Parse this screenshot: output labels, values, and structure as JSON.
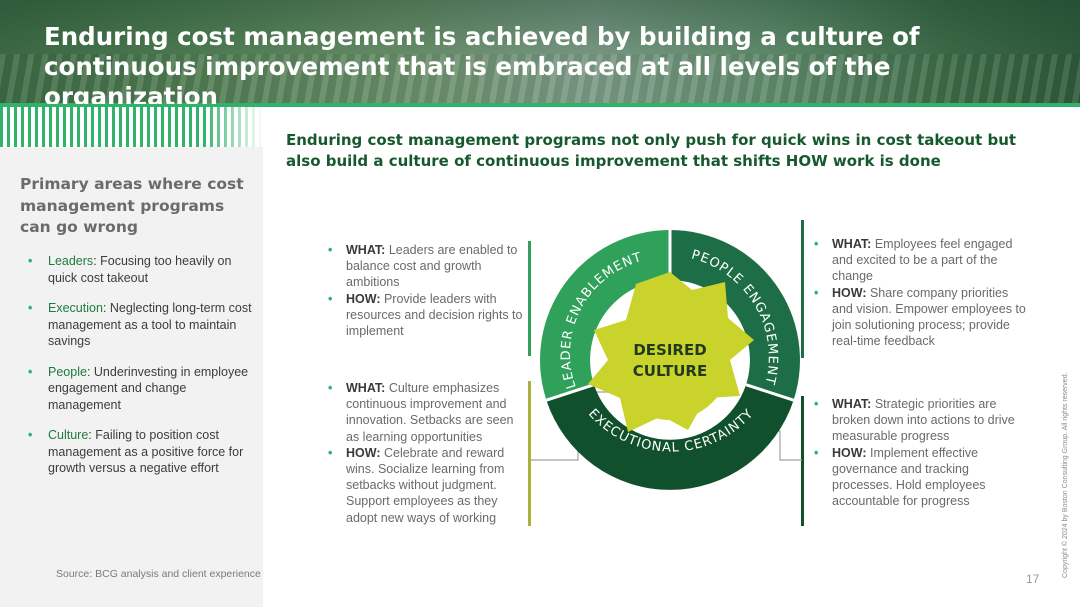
{
  "header": {
    "title": "Enduring cost management is achieved by building a culture of continuous improvement that is embraced at all levels of the organization"
  },
  "subtitle": "Enduring cost management programs not only push for quick wins in cost takeout but also build a culture of continuous improvement that shifts HOW work is done",
  "left_panel": {
    "title": "Primary areas where cost management programs can go wrong",
    "items": [
      {
        "lead": "Leaders",
        "text": ": Focusing too heavily on quick cost takeout"
      },
      {
        "lead": "Execution",
        "text": ": Neglecting long-term cost management as a tool to maintain savings"
      },
      {
        "lead": "People",
        "text": ": Underinvesting in employee engagement and change management"
      },
      {
        "lead": "Culture",
        "text": ": Failing to position cost management as a positive force for growth versus a negative effort"
      }
    ]
  },
  "blocks": {
    "leader": [
      {
        "key": "WHAT:",
        "text": " Leaders are enabled to balance cost and growth ambitions"
      },
      {
        "key": "HOW:",
        "text": " Provide leaders with resources and decision rights to implement"
      }
    ],
    "culture": [
      {
        "key": "WHAT:",
        "text": " Culture emphasizes continuous improvement and innovation. Setbacks are seen as learning opportunities"
      },
      {
        "key": "HOW:",
        "text": " Celebrate and reward wins. Socialize learning from setbacks without judgment. Support employees as they adopt new ways of working"
      }
    ],
    "people": [
      {
        "key": "WHAT:",
        "text": " Employees feel engaged and excited to be a part of the change"
      },
      {
        "key": "HOW:",
        "text": " Share company priorities and vision. Empower employees to join solutioning process; provide real-time feedback"
      }
    ],
    "execution": [
      {
        "key": "WHAT:",
        "text": " Strategic priorities are broken down into actions to drive measurable progress"
      },
      {
        "key": "HOW:",
        "text": " Implement effective governance and tracking processes. Hold employees accountable for progress"
      }
    ]
  },
  "diagram": {
    "center_line1": "DESIRED",
    "center_line2": "CULTURE",
    "ring_leader": "LEADER ENABLEMENT",
    "ring_people": "PEOPLE ENGAGEMENT",
    "ring_execution": "EXECUTIONAL CERTAINTY"
  },
  "colors": {
    "dark_green": "#17592f",
    "mid_green": "#2fb36b",
    "ring_leader": "#2fa15b",
    "ring_people": "#1d6e46",
    "ring_execution": "#11502c",
    "center_yellow": "#c9d32b",
    "olive": "#a9b33c"
  },
  "footer": {
    "source": "Source: BCG analysis and client experience",
    "page": "17",
    "copyright": "Copyright © 2024 by Boston Consulting Group. All rights reserved."
  }
}
